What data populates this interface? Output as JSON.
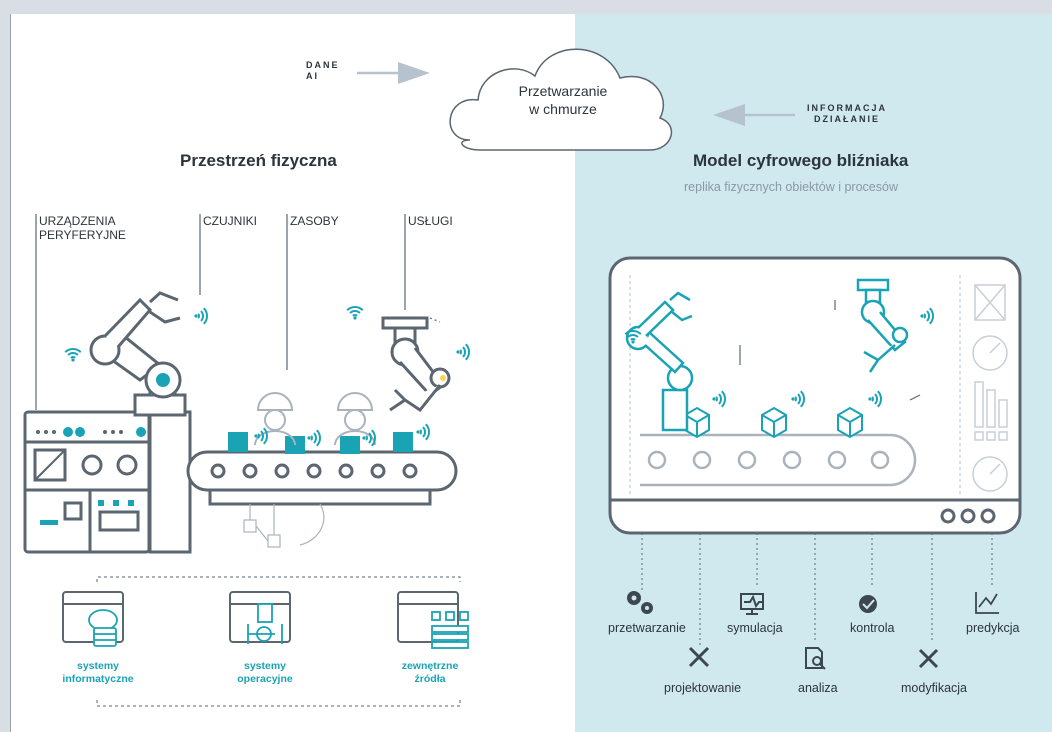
{
  "cloud": {
    "label_line1": "Przetwarzanie",
    "label_line2": "w chmurze"
  },
  "arrow_left": {
    "line1": "DANE",
    "line2": "AI"
  },
  "arrow_right": {
    "line1": "INFORMACJA",
    "line2": "DZIAŁANIE"
  },
  "physical": {
    "title": "Przestrzeń fizyczna",
    "labels": [
      "URZĄDZENIA",
      "PERYFERYJNE",
      "CZUJNIKI",
      "ZASOBY",
      "USŁUGI"
    ],
    "systems": [
      {
        "line1": "systemy",
        "line2": "informatyczne"
      },
      {
        "line1": "systemy",
        "line2": "operacyjne"
      },
      {
        "line1": "zewnętrzne",
        "line2": "źródła"
      }
    ]
  },
  "digital": {
    "title": "Model cyfrowego bliźniaka",
    "subtitle": "replika fizycznych obiektów i procesów",
    "functions": [
      "przetwarzanie",
      "symulacja",
      "kontrola",
      "predykcja",
      "projektowanie",
      "analiza",
      "modyfikacja"
    ]
  },
  "colors": {
    "accent": "#19a3b5",
    "line": "#5b6670",
    "panel": "#cfe9ef"
  }
}
